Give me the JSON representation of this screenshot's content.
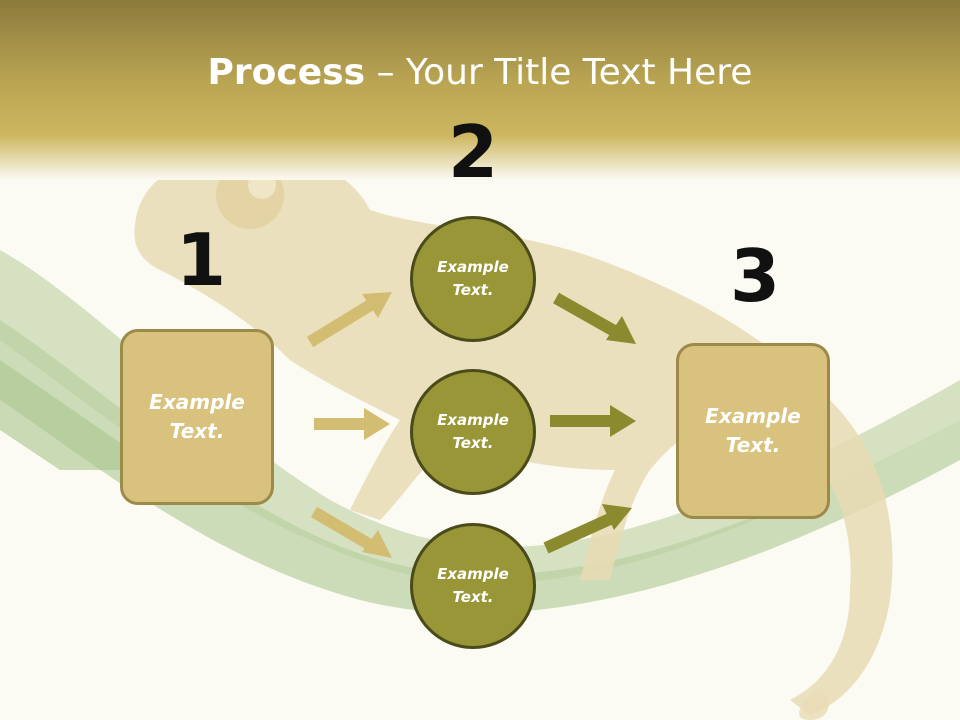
{
  "title": {
    "bold": "Process",
    "rest": " – Your Title Text Here"
  },
  "steps": {
    "one": "1",
    "two": "2",
    "three": "3"
  },
  "left_box": {
    "line1": "Example",
    "line2": "Text."
  },
  "right_box": {
    "line1": "Example",
    "line2": "Text."
  },
  "circles": [
    {
      "line1": "Example",
      "line2": "Text."
    },
    {
      "line1": "Example",
      "line2": "Text."
    },
    {
      "line1": "Example",
      "line2": "Text."
    }
  ],
  "colors": {
    "header": "#c5b05a",
    "box_fill": "#d9c27d",
    "box_border": "#9b8a4a",
    "circle_fill": "#989636",
    "circle_border": "#4a4a1a",
    "arrow_left": "#d2bd73",
    "arrow_right": "#8c8a2e"
  },
  "background_image": "chameleon-on-leaf"
}
